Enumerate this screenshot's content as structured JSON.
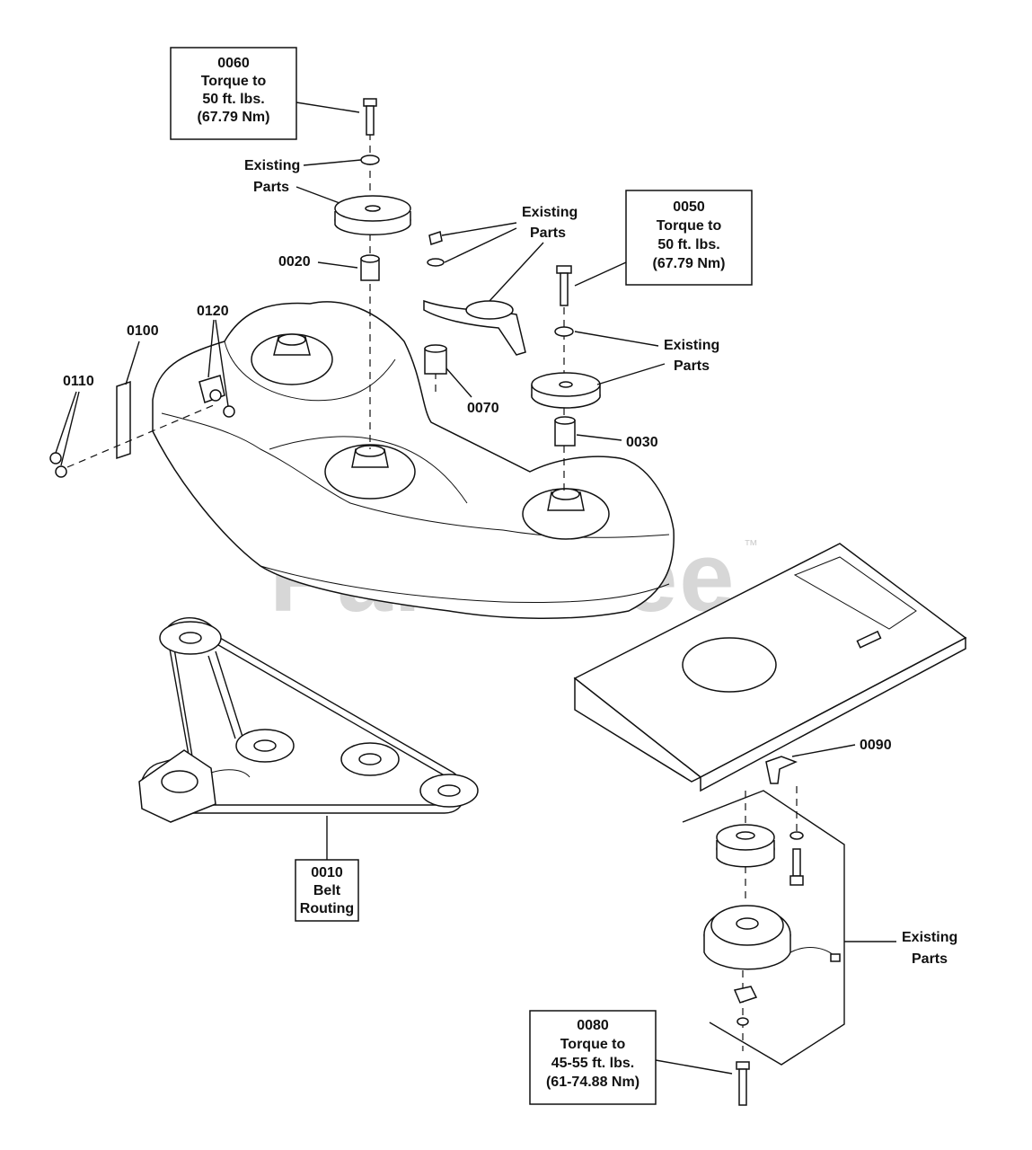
{
  "watermark": {
    "text": "PartsTree",
    "trademark": "™"
  },
  "callout_boxes": {
    "b0060": {
      "lines": [
        "0060",
        "Torque to",
        "50 ft. lbs.",
        "(67.79 Nm)"
      ]
    },
    "b0050": {
      "lines": [
        "0050",
        "Torque to",
        "50 ft. lbs.",
        "(67.79 Nm)"
      ]
    },
    "b0010": {
      "lines": [
        "0010",
        "Belt",
        "Routing"
      ]
    },
    "b0080": {
      "lines": [
        "0080",
        "Torque to",
        "45-55 ft. lbs.",
        "(61-74.88 Nm)"
      ]
    }
  },
  "labels": {
    "existing_1": [
      "Existing",
      "Parts"
    ],
    "existing_2": [
      "Existing",
      "Parts"
    ],
    "existing_3": [
      "Existing",
      "Parts"
    ],
    "existing_4": [
      "Existing",
      "Parts"
    ],
    "p0020": "0020",
    "p0120": "0120",
    "p0100": "0100",
    "p0110": "0110",
    "p0070": "0070",
    "p0030": "0030",
    "p0090": "0090"
  }
}
